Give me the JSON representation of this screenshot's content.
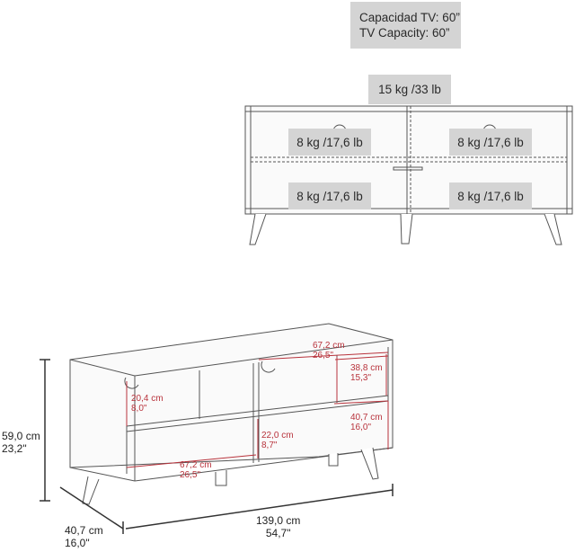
{
  "capacity": {
    "line_es": "Capacidad TV: 60”",
    "line_en": "TV Capacity: 60”"
  },
  "front_view": {
    "top_load": "15 kg /33 lb",
    "shelf_loads": {
      "upper_left": "8 kg /17,6 lb",
      "upper_right": "8 kg /17,6 lb",
      "lower_left": "8 kg /17,6 lb",
      "lower_right": "8 kg /17,6 lb"
    }
  },
  "dimensions": {
    "height_cm": "59,0 cm",
    "height_in": "23,2\"",
    "depth_cm": "40,7 cm",
    "depth_in": "16,0\"",
    "width_cm": "139,0 cm",
    "width_in": "54,7\"",
    "shelf_width_top_cm": "67,2 cm",
    "shelf_width_top_in": "26,5\"",
    "shelf_width_bottom_cm": "67,2 cm",
    "shelf_width_bottom_in": "26,5\"",
    "left_upper_height_cm": "20,4 cm",
    "left_upper_height_in": "8,0\"",
    "right_upper_height_cm": "38,8 cm",
    "right_upper_height_in": "15,3\"",
    "middle_lower_height_cm": "22,0 cm",
    "middle_lower_height_in": "8,7\"",
    "right_lower_height_cm": "40,7 cm",
    "right_lower_height_in": "16,0\""
  },
  "colors": {
    "label_box": "#d4d4d4",
    "dimension_red": "#b8333c",
    "line": "#555555"
  }
}
